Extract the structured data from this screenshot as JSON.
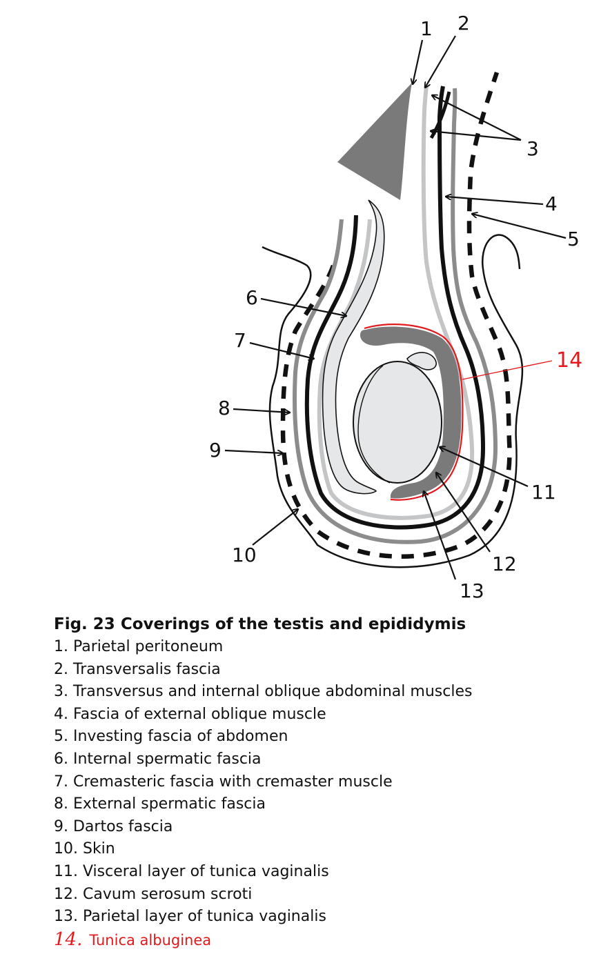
{
  "figure": {
    "labels": {
      "l1": "1",
      "l2": "2",
      "l3": "3",
      "l4": "4",
      "l5": "5",
      "l6": "6",
      "l7": "7",
      "l8": "8",
      "l9": "9",
      "l10": "10",
      "l11": "11",
      "l12": "12",
      "l13": "13",
      "l14": "14"
    },
    "colors": {
      "dark_gray": "#7a7a7b",
      "mid_gray": "#8c8c8d",
      "light_gray": "#c4c5c6",
      "pale_fill": "#e6e7e8",
      "black": "#111111",
      "annotation_red": "#e31a1c"
    }
  },
  "caption": {
    "title": "Fig. 23  Coverings of the testis and epididymis",
    "items": [
      "1. Parietal peritoneum",
      "2. Transversalis fascia",
      "3. Transversus and internal oblique abdominal muscles",
      "4. Fascia of external oblique muscle",
      "5. Investing fascia of abdomen",
      "6. Internal spermatic fascia",
      "7. Cremasteric fascia with cremaster muscle",
      "8. External spermatic fascia",
      "9. Dartos fascia",
      "10. Skin",
      "11. Visceral layer of tunica vaginalis",
      "12. Cavum serosum scroti",
      "13. Parietal layer of tunica vaginalis"
    ],
    "handwritten_item": {
      "number": "14.",
      "text": "Tunica albuginea"
    }
  }
}
